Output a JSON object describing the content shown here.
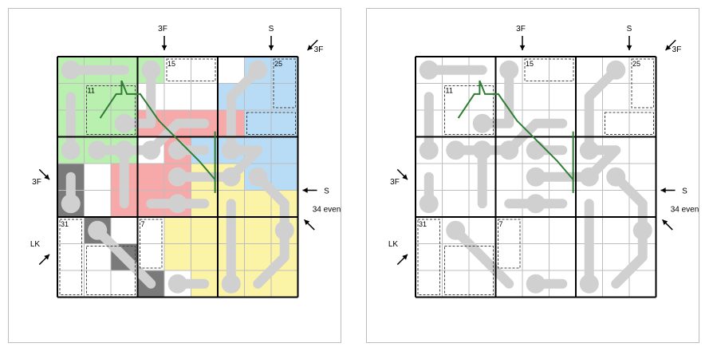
{
  "puzzles": [
    {
      "id": "solved",
      "regions": [
        {
          "color": "#b9f0b0",
          "cells": [
            [
              0,
              0
            ],
            [
              0,
              1
            ],
            [
              0,
              2
            ],
            [
              0,
              3
            ],
            [
              1,
              0
            ],
            [
              2,
              0
            ],
            [
              1,
              1
            ],
            [
              1,
              2
            ],
            [
              2,
              1
            ],
            [
              2,
              2
            ],
            [
              3,
              0
            ],
            [
              3,
              1
            ],
            [
              3,
              2
            ]
          ]
        },
        {
          "color": "#f7a8a8",
          "cells": [
            [
              2,
              3
            ],
            [
              2,
              4
            ],
            [
              2,
              5
            ],
            [
              2,
              6
            ],
            [
              3,
              4
            ],
            [
              4,
              2
            ],
            [
              4,
              3
            ],
            [
              5,
              2
            ],
            [
              5,
              3
            ],
            [
              4,
              4
            ],
            [
              5,
              4
            ]
          ]
        },
        {
          "color": "#b8dcf5",
          "cells": [
            [
              1,
              6
            ],
            [
              1,
              7
            ],
            [
              1,
              8
            ],
            [
              0,
              7
            ],
            [
              0,
              8
            ],
            [
              2,
              7
            ],
            [
              2,
              8
            ],
            [
              3,
              5
            ],
            [
              3,
              6
            ],
            [
              3,
              7
            ],
            [
              3,
              8
            ],
            [
              4,
              7
            ],
            [
              4,
              8
            ]
          ]
        },
        {
          "color": "#fbf3a6",
          "cells": [
            [
              4,
              5
            ],
            [
              4,
              6
            ],
            [
              5,
              5
            ],
            [
              5,
              6
            ],
            [
              5,
              7
            ],
            [
              5,
              8
            ],
            [
              6,
              4
            ],
            [
              6,
              5
            ],
            [
              6,
              6
            ],
            [
              6,
              7
            ],
            [
              6,
              8
            ],
            [
              7,
              4
            ],
            [
              7,
              5
            ],
            [
              7,
              6
            ],
            [
              7,
              7
            ],
            [
              7,
              8
            ],
            [
              8,
              5
            ],
            [
              8,
              6
            ],
            [
              8,
              7
            ],
            [
              8,
              8
            ]
          ]
        },
        {
          "color": "#7a7a7a",
          "cells": [
            [
              4,
              0
            ],
            [
              5,
              0
            ],
            [
              6,
              1
            ],
            [
              7,
              2
            ],
            [
              8,
              3
            ]
          ]
        }
      ]
    },
    {
      "id": "blank",
      "regions": []
    }
  ],
  "cages": [
    {
      "label": "15",
      "r": 0,
      "c": 4,
      "w": 2,
      "h": 1
    },
    {
      "label": "25",
      "r": 0,
      "c": 8,
      "w": 1,
      "h": 2
    },
    {
      "label": "11",
      "r": 1,
      "c": 1,
      "w": 2,
      "h": 2
    },
    {
      "label": "",
      "r": 2,
      "c": 7,
      "w": 2,
      "h": 1
    },
    {
      "label": "31",
      "r": 6,
      "c": 0,
      "w": 1,
      "h": 3
    },
    {
      "label": "",
      "r": 7,
      "c": 1,
      "w": 2,
      "h": 2
    },
    {
      "label": "7",
      "r": 6,
      "c": 3,
      "w": 1,
      "h": 2
    }
  ],
  "thermos": [
    {
      "bulb": [
        0,
        0
      ],
      "path": [
        [
          0,
          0
        ],
        [
          0,
          1
        ],
        [
          0,
          2
        ]
      ]
    },
    {
      "bulb": [
        0,
        3
      ],
      "path": [
        [
          0,
          3
        ],
        [
          1,
          3
        ],
        [
          2,
          3
        ]
      ]
    },
    {
      "bulb": [
        0,
        7
      ],
      "path": [
        [
          0,
          7
        ],
        [
          1,
          6
        ],
        [
          2,
          6
        ],
        [
          3,
          6
        ]
      ]
    },
    {
      "bulb": [
        2,
        2
      ],
      "path": [
        [
          2,
          2
        ],
        [
          2,
          3
        ]
      ]
    },
    {
      "bulb": [
        3,
        0
      ],
      "path": [
        [
          3,
          0
        ],
        [
          2,
          0
        ],
        [
          1,
          0
        ]
      ]
    },
    {
      "bulb": [
        3,
        1
      ],
      "path": [
        [
          3,
          1
        ],
        [
          3,
          2
        ],
        [
          3,
          3
        ]
      ]
    },
    {
      "bulb": [
        3,
        2
      ],
      "path": [
        [
          3,
          2
        ],
        [
          4,
          2
        ],
        [
          5,
          2
        ]
      ]
    },
    {
      "bulb": [
        3,
        3
      ],
      "path": [
        [
          3,
          3
        ],
        [
          2,
          4
        ],
        [
          2,
          5
        ]
      ]
    },
    {
      "bulb": [
        3,
        4
      ],
      "path": [
        [
          3,
          4
        ],
        [
          3,
          5
        ]
      ]
    },
    {
      "bulb": [
        3,
        6
      ],
      "path": [
        [
          3,
          6
        ],
        [
          3,
          7
        ]
      ]
    },
    {
      "bulb": [
        4,
        7
      ],
      "path": [
        [
          4,
          7
        ],
        [
          5,
          8
        ]
      ]
    },
    {
      "bulb": [
        5,
        0
      ],
      "path": [
        [
          5,
          0
        ],
        [
          4,
          0
        ]
      ]
    },
    {
      "bulb": [
        4,
        4
      ],
      "path": [
        [
          4,
          4
        ],
        [
          4,
          5
        ],
        [
          4,
          6
        ]
      ]
    },
    {
      "bulb": [
        5,
        4
      ],
      "path": [
        [
          5,
          4
        ],
        [
          5,
          5
        ],
        [
          5,
          3
        ]
      ]
    },
    {
      "bulb": [
        4,
        6
      ],
      "path": [
        [
          4,
          6
        ],
        [
          3,
          7
        ]
      ]
    },
    {
      "bulb": [
        6,
        1
      ],
      "path": [
        [
          6,
          1
        ],
        [
          7,
          2
        ],
        [
          8,
          3
        ]
      ]
    },
    {
      "bulb": [
        8,
        4
      ],
      "path": [
        [
          8,
          4
        ],
        [
          8,
          5
        ]
      ]
    },
    {
      "bulb": [
        8,
        6
      ],
      "path": [
        [
          8,
          6
        ],
        [
          7,
          6
        ],
        [
          6,
          6
        ],
        [
          5,
          6
        ]
      ]
    },
    {
      "bulb": [
        6,
        8
      ],
      "path": [
        [
          6,
          8
        ],
        [
          5,
          8
        ],
        [
          7,
          8
        ],
        [
          8,
          7
        ]
      ]
    }
  ],
  "green_line": [
    [
      1.6,
      2.3
    ],
    [
      2.2,
      1.4
    ],
    [
      2.4,
      1.4
    ],
    [
      2.4,
      0.9
    ],
    [
      2.6,
      1.4
    ],
    [
      3.1,
      1.4
    ],
    [
      3.8,
      2.4
    ],
    [
      4.6,
      3.2
    ],
    [
      5.3,
      3.9
    ],
    [
      5.9,
      4.6
    ],
    [
      5.9,
      2.8
    ],
    [
      5.9,
      4.6
    ],
    [
      5.9,
      5.1
    ]
  ],
  "arrows": [
    {
      "label": "3F",
      "pos": "top-col-4",
      "dir": "down"
    },
    {
      "label": "S",
      "pos": "top-col-8",
      "dir": "down"
    },
    {
      "label": "3F",
      "pos": "top-right-corner",
      "dir": "down-left"
    },
    {
      "label": "3F",
      "pos": "left-row-5",
      "dir": "down-right"
    },
    {
      "label": "S",
      "pos": "right-row-5",
      "dir": "left"
    },
    {
      "label": "34 even",
      "pos": "right-row-6",
      "dir": "up-left"
    },
    {
      "label": "LK",
      "pos": "left-row-7",
      "dir": "up-right"
    }
  ],
  "colors": {
    "grid_line": "#bdbdbd",
    "box_line": "#000000",
    "thermo": "#d0d0d0",
    "line": "#2e7d32",
    "cage": "#444444"
  }
}
